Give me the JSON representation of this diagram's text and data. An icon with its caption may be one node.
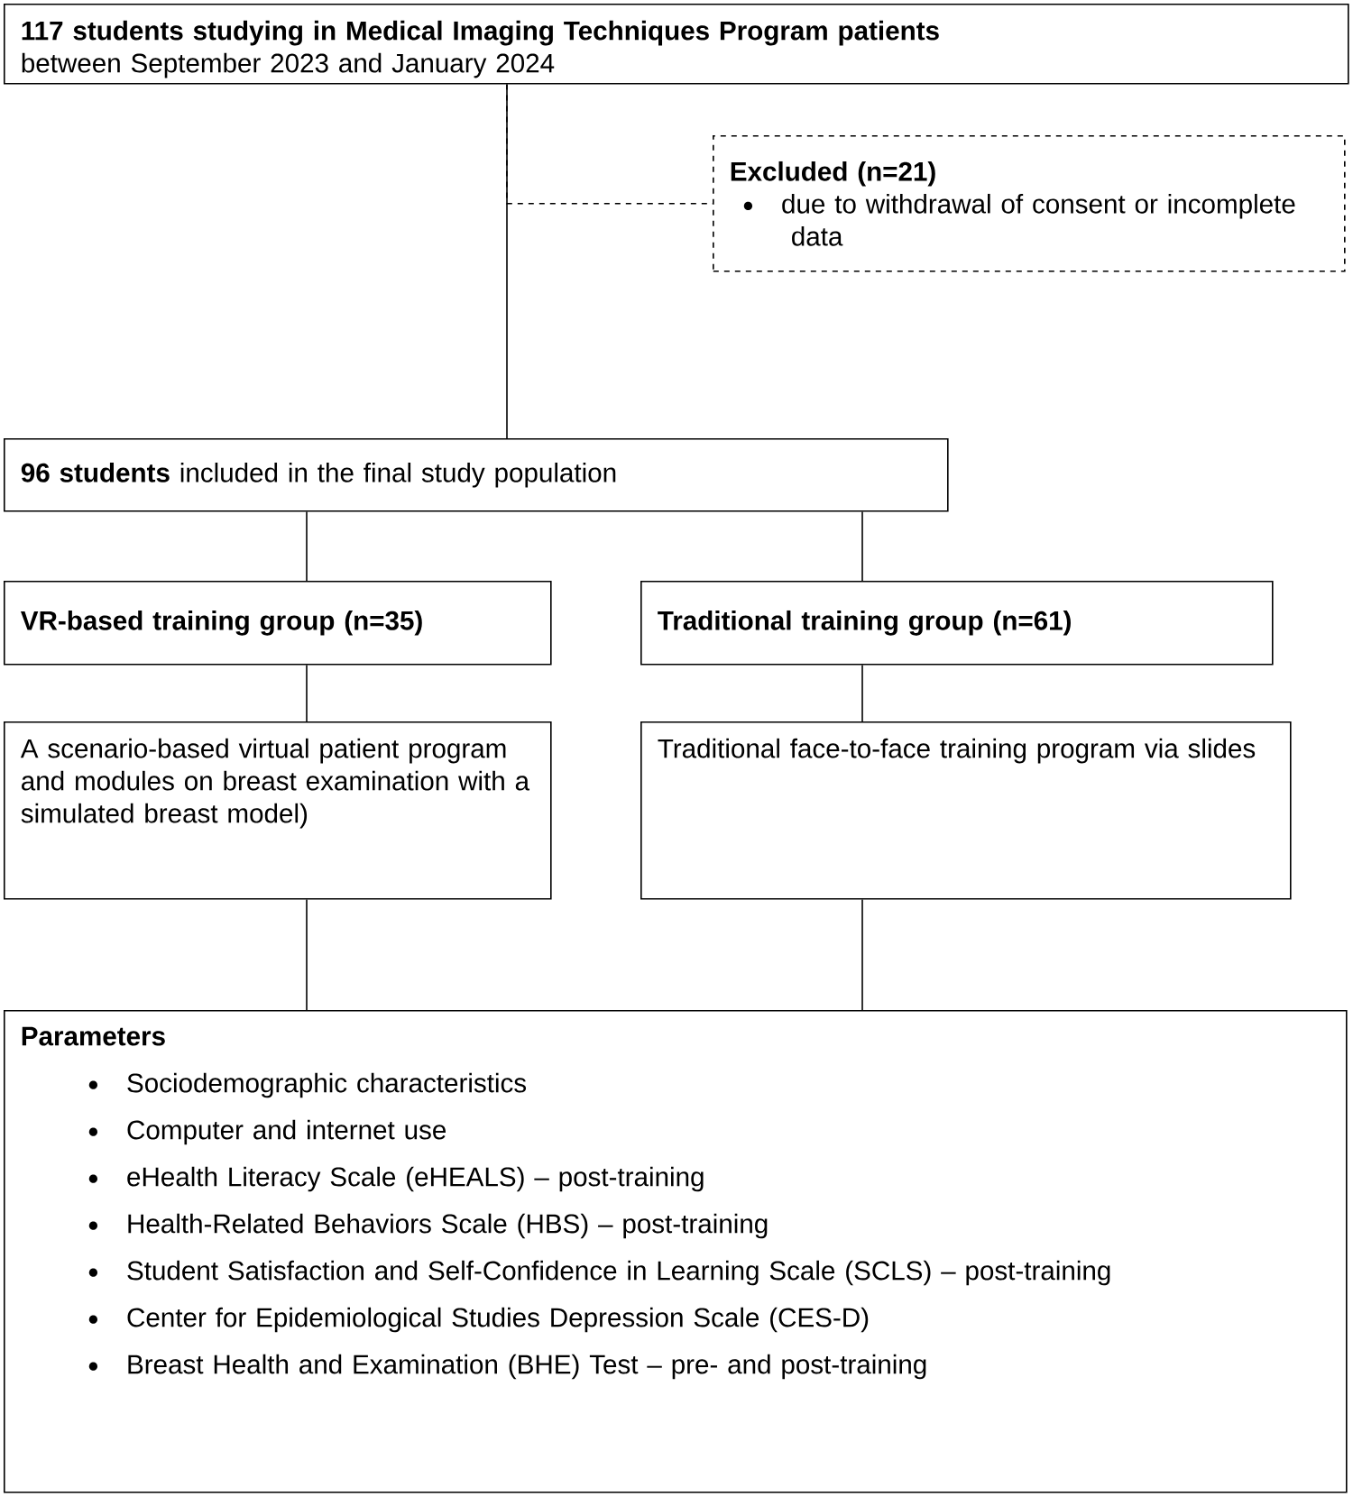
{
  "diagram": {
    "nodes": [
      {
        "text": [
          "117 students studying in Medical Imaging Techniques Program patients",
          "between September 2023 and January 2024"
        ]
      },
      {
        "text": [
          "Excluded (n=21)",
          "due to withdrawal of consent or incomplete data"
        ]
      },
      {
        "text": [
          "**96 students** included in the final study population"
        ]
      },
      {
        "text": [
          "VR-based training group (n=35)"
        ]
      },
      {
        "text": [
          "Traditional training group (n=61)"
        ]
      },
      {
        "text": [
          "A scenario-based virtual patient program and modules on breast examination with a simulated breast model)"
        ]
      },
      {
        "text": [
          "Traditional face-to-face training program via slides"
        ]
      },
      {
        "text": [
          "Parameters",
          "Sociodemographic characteristics",
          "Computer and internet use",
          "eHealth Literacy Scale (eHEALS) – post-training",
          "Health-Related Behaviors Scale (HBS) – post-training",
          "Student Satisfaction and Self-Confidence in Learning Scale (SCLS) – post-training",
          "Center for Epidemiological Studies Depression Scale (CES-D)",
          "Breast Health and Examination (BHE) Test – pre- and post-training"
        ]
      }
    ],
    "edges": [
      {
        "from": 0,
        "to": 2,
        "arrow": "none"
      },
      {
        "from": 0,
        "to": 1,
        "arrow": "none",
        "style": "dashed"
      },
      {
        "from": 2,
        "to": 3,
        "arrow": "none"
      },
      {
        "from": 2,
        "to": 4,
        "arrow": "none"
      },
      {
        "from": 3,
        "to": 5,
        "arrow": "none"
      },
      {
        "from": 4,
        "to": 6,
        "arrow": "none"
      },
      {
        "from": 5,
        "to": 7,
        "arrow": "none"
      },
      {
        "from": 6,
        "to": 7,
        "arrow": "none"
      }
    ]
  }
}
